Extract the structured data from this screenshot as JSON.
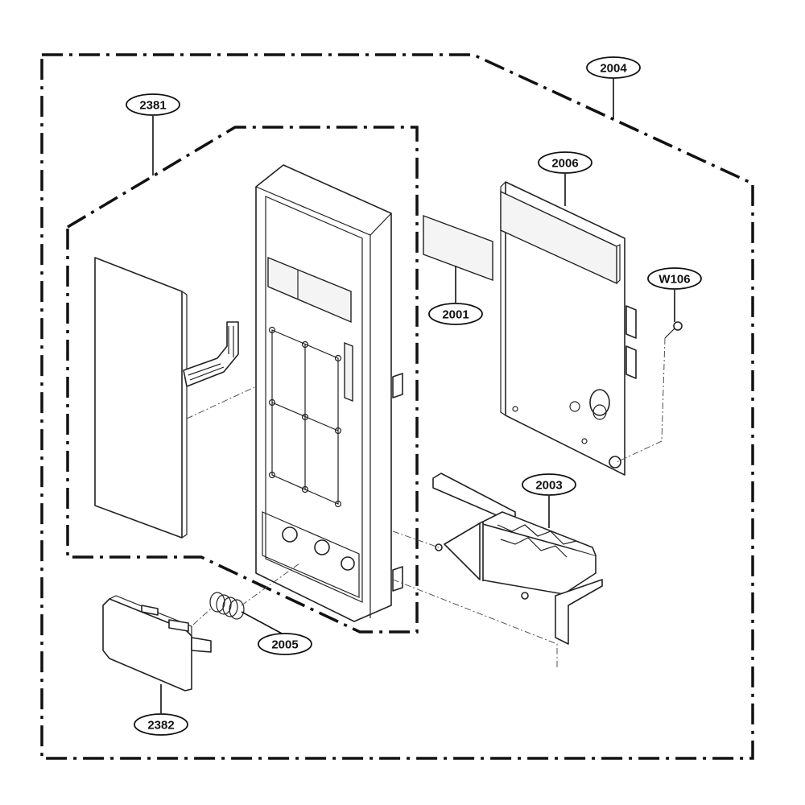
{
  "callouts": {
    "c2004": "2004",
    "c2381": "2381",
    "c2006": "2006",
    "cW106": "W106",
    "c2001": "2001",
    "c2003": "2003",
    "c2005": "2005",
    "c2382": "2382"
  },
  "colors": {
    "line": "#111111",
    "background": "#ffffff"
  }
}
